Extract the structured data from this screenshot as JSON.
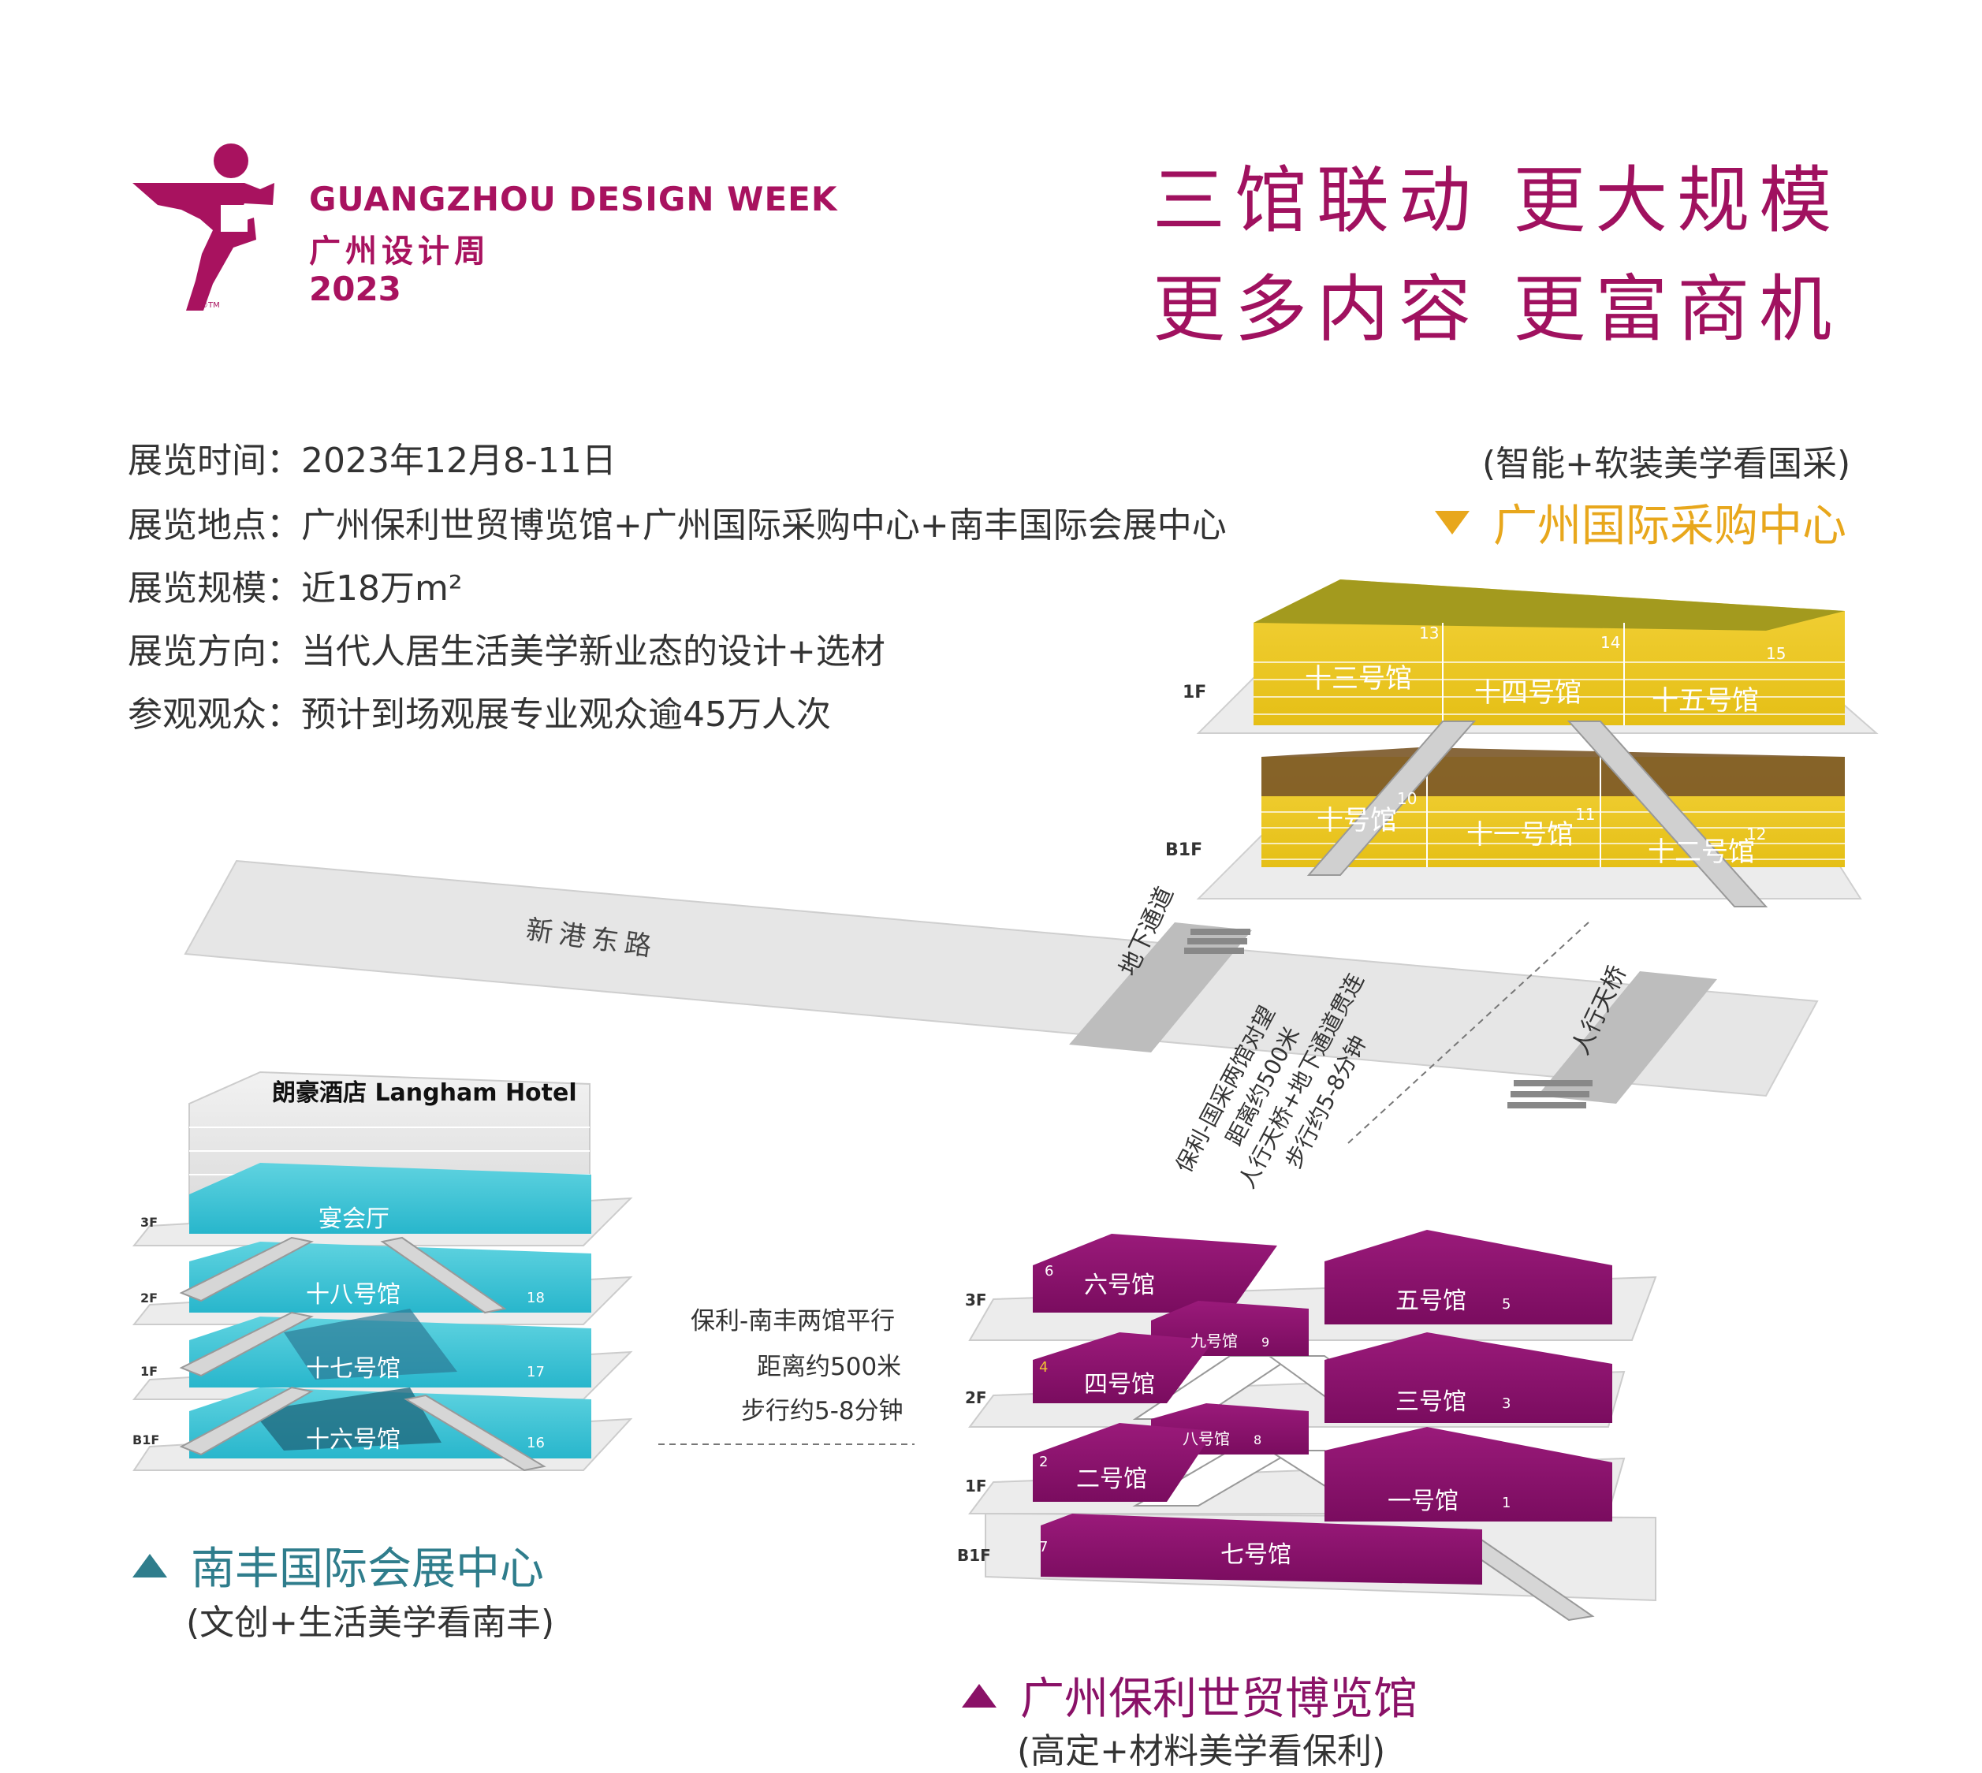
{
  "brand": {
    "name_en": "GUANGZHOU DESIGN WEEK",
    "name_cn": "广州设计周",
    "year": "2023",
    "logo_mark": "©TM",
    "color": "#a8125f"
  },
  "slogan": {
    "line1": "三馆联动  更大规模",
    "line2": "更多内容  更富商机",
    "color": "#a0115f"
  },
  "info": [
    {
      "label": "展览时间：",
      "value": "2023年12月8-11日"
    },
    {
      "label": "展览地点：",
      "value": "广州保利世贸博览馆+广州国际采购中心+南丰国际会展中心"
    },
    {
      "label": "展览规模：",
      "value": "近18万m²"
    },
    {
      "label": "展览方向：",
      "value": "当代人居生活美学新业态的设计+选材"
    },
    {
      "label": "参观观众：",
      "value": "预计到场观展专业观众逾45万人次"
    }
  ],
  "venues": {
    "purchase": {
      "subtitle": "(智能+软装美学看国采)",
      "title": "广州国际采购中心",
      "color": "#e8a71c",
      "floors": [
        "1F",
        "B1F"
      ],
      "halls_1f": [
        {
          "num": "13",
          "name": "十三号馆"
        },
        {
          "num": "14",
          "name": "十四号馆"
        },
        {
          "num": "15",
          "name": "十五号馆"
        }
      ],
      "halls_b1f": [
        {
          "num": "10",
          "name": "十号馆"
        },
        {
          "num": "11",
          "name": "十一号馆"
        },
        {
          "num": "12",
          "name": "十二号馆"
        }
      ]
    },
    "nanfung": {
      "title": "南丰国际会展中心",
      "subtitle": "(文创+生活美学看南丰)",
      "color": "#2f7d8c",
      "hotel": "朗豪酒店 Langham Hotel",
      "floors": [
        "3F",
        "2F",
        "1F",
        "B1F"
      ],
      "halls": [
        {
          "name": "宴会厅",
          "num": ""
        },
        {
          "name": "十八号馆",
          "num": "18"
        },
        {
          "name": "十七号馆",
          "num": "17"
        },
        {
          "name": "十六号馆",
          "num": "16"
        }
      ]
    },
    "poly": {
      "title": "广州保利世贸博览馆",
      "subtitle": "(高定+材料美学看保利)",
      "color": "#8a1167",
      "floors": [
        "3F",
        "2F",
        "1F",
        "B1F"
      ],
      "halls": [
        {
          "name": "六号馆",
          "num": "6"
        },
        {
          "name": "五号馆",
          "num": "5"
        },
        {
          "name": "九号馆",
          "num": "9"
        },
        {
          "name": "四号馆",
          "num": "4"
        },
        {
          "name": "三号馆",
          "num": "3"
        },
        {
          "name": "八号馆",
          "num": "8"
        },
        {
          "name": "二号馆",
          "num": "2"
        },
        {
          "name": "一号馆",
          "num": "1"
        },
        {
          "name": "七号馆",
          "num": "7"
        }
      ]
    }
  },
  "map": {
    "road": "新港东路",
    "tunnel": "地下通道",
    "skybridge": "人行天桥"
  },
  "notes": {
    "poly_purchase": [
      "保利-国采两馆对望",
      "距离约500米",
      "人行天桥+地下通道贯连",
      "步行约5-8分钟"
    ],
    "poly_nanfung": [
      "保利-南丰两馆平行",
      "距离约500米",
      "步行约5-8分钟"
    ]
  }
}
